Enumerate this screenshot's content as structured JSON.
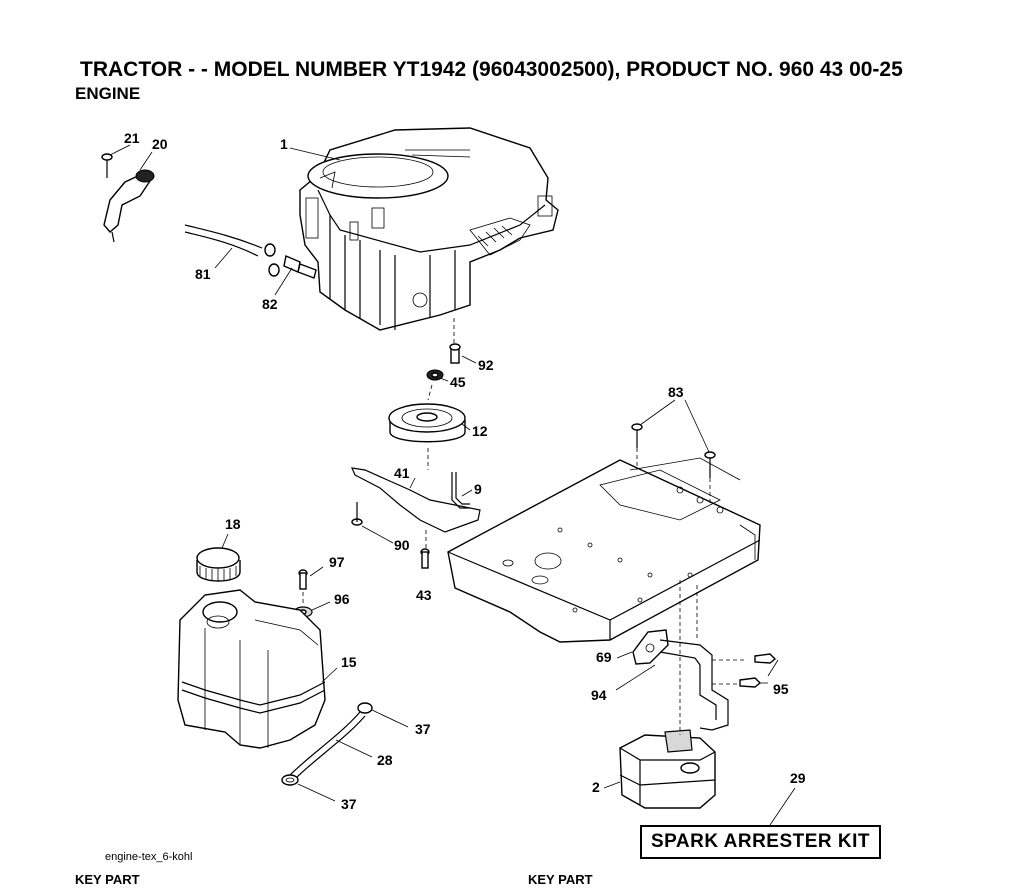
{
  "header": {
    "title": "TRACTOR - - MODEL NUMBER YT1942 (96043002500), PRODUCT NO. 960 43 00-25",
    "subtitle": "ENGINE"
  },
  "callouts": {
    "c1": "1",
    "c2": "2",
    "c9": "9",
    "c12": "12",
    "c15": "15",
    "c18": "18",
    "c20": "20",
    "c21": "21",
    "c28": "28",
    "c29": "29",
    "c37a": "37",
    "c37b": "37",
    "c41": "41",
    "c43": "43",
    "c45": "45",
    "c69": "69",
    "c81": "81",
    "c82": "82",
    "c83": "83",
    "c90": "90",
    "c92": "92",
    "c94": "94",
    "c95": "95",
    "c96": "96",
    "c97": "97"
  },
  "spark_arrester": {
    "label": "SPARK ARRESTER KIT"
  },
  "footer": {
    "file_ref": "engine-tex_6-kohl",
    "col_left": "KEY   PART",
    "col_right": "KEY   PART"
  }
}
